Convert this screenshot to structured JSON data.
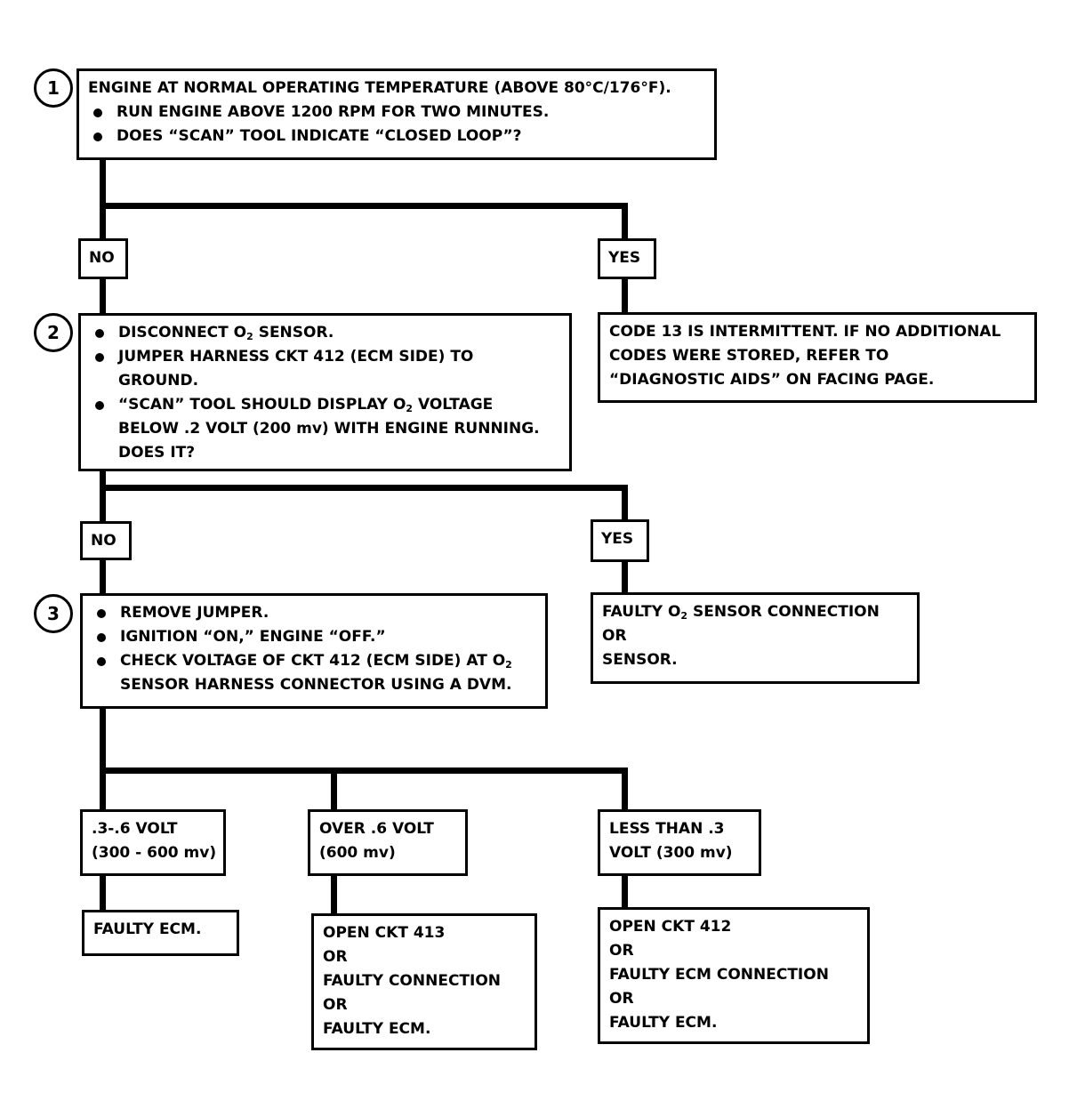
{
  "steps": [
    {
      "number": "1",
      "intro": "ENGINE AT NORMAL OPERATING TEMPERATURE (ABOVE 80°C/176°F).",
      "bullets": [
        "RUN ENGINE ABOVE 1200 RPM FOR TWO MINUTES.",
        "DOES “SCAN” TOOL INDICATE “CLOSED LOOP”?"
      ]
    },
    {
      "number": "2",
      "b1_pre": "DISCONNECT O",
      "b1_sub": "2",
      "b1_post": " SENSOR.",
      "b2_l1": "JUMPER HARNESS CKT 412 (ECM SIDE) TO",
      "b2_l2": "GROUND.",
      "b3_pre": "“SCAN” TOOL SHOULD DISPLAY O",
      "b3_sub": "2",
      "b3_post": " VOLTAGE",
      "b3_l2": "BELOW .2  VOLT (200 mv) WITH ENGINE RUNNING.",
      "b3_l3": "DOES IT?"
    },
    {
      "number": "3",
      "b1": "REMOVE JUMPER.",
      "b2": "IGNITION “ON,”  ENGINE  “OFF.”",
      "b3_pre": "CHECK VOLTAGE OF CKT 412 (ECM SIDE) AT O",
      "b3_sub": "2",
      "b3_l2": "SENSOR HARNESS CONNECTOR USING A DVM."
    }
  ],
  "branch1": {
    "no": "NO",
    "yes": "YES",
    "yes_result": [
      "CODE 13 IS INTERMITTENT.  IF NO ADDITIONAL",
      "CODES WERE STORED, REFER TO",
      "“DIAGNOSTIC AIDS” ON FACING PAGE."
    ]
  },
  "branch2": {
    "no": "NO",
    "yes": "YES",
    "yes_pre": "FAULTY O",
    "yes_sub": "2",
    "yes_post": " SENSOR CONNECTION",
    "yes_l2": "OR",
    "yes_l3": "SENSOR."
  },
  "readings": [
    {
      "lines": [
        ".3-.6 VOLT",
        "(300 - 600 mv)"
      ],
      "result": [
        "FAULTY ECM."
      ]
    },
    {
      "lines": [
        "OVER  .6  VOLT",
        "(600 mv)"
      ],
      "result": [
        "OPEN CKT 413",
        "OR",
        "FAULTY CONNECTION",
        "OR",
        "FAULTY ECM."
      ]
    },
    {
      "lines": [
        "LESS THAN .3",
        "VOLT  (300 mv)"
      ],
      "result": [
        "OPEN CKT  412",
        "OR",
        "FAULTY ECM CONNECTION",
        "OR",
        "FAULTY ECM."
      ]
    }
  ]
}
